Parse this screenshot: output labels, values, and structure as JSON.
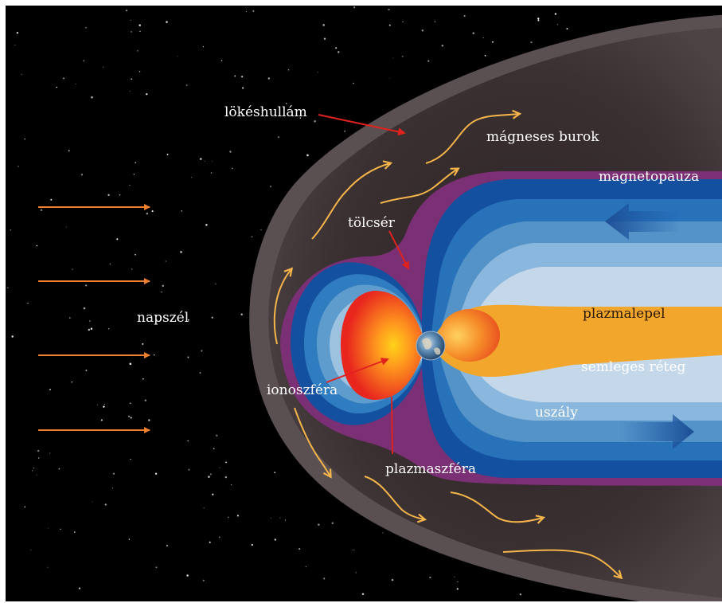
{
  "labels": {
    "bow_shock": "lökéshullám",
    "magnetosheath": "mágneses burok",
    "magnetopause": "magnetopauza",
    "cusp": "tölcsér",
    "solar_wind": "napszél",
    "plasma_sheet": "plazmalepel",
    "neutral_sheet": "semleges réteg",
    "tail": "uszály",
    "ionosphere": "ionoszféra",
    "plasmasphere": "plazmaszféra"
  },
  "colors": {
    "space": "#000000",
    "frame": "#ffffff",
    "magnetosheath": "#3b3132",
    "magnetopause": "#7b2f74",
    "field_dark": "#1450a0",
    "field_mid": "#2f7cc0",
    "field_light": "#7ab1d8",
    "field_pale": "#c4d8ea",
    "plasma_sheet": "#f2a62b",
    "plasmasphere": "#e8261e",
    "flow_arrow": "#f5b54a",
    "solar_wind_arrow": "#f08030",
    "pointer": "#e0221e"
  },
  "icons": {
    "earth": "earth-icon",
    "solar_wind_arrow": "arrow-right-icon",
    "tail_flow_arrow": "arrow-right-icon",
    "return_flow_arrow": "arrow-left-icon"
  }
}
